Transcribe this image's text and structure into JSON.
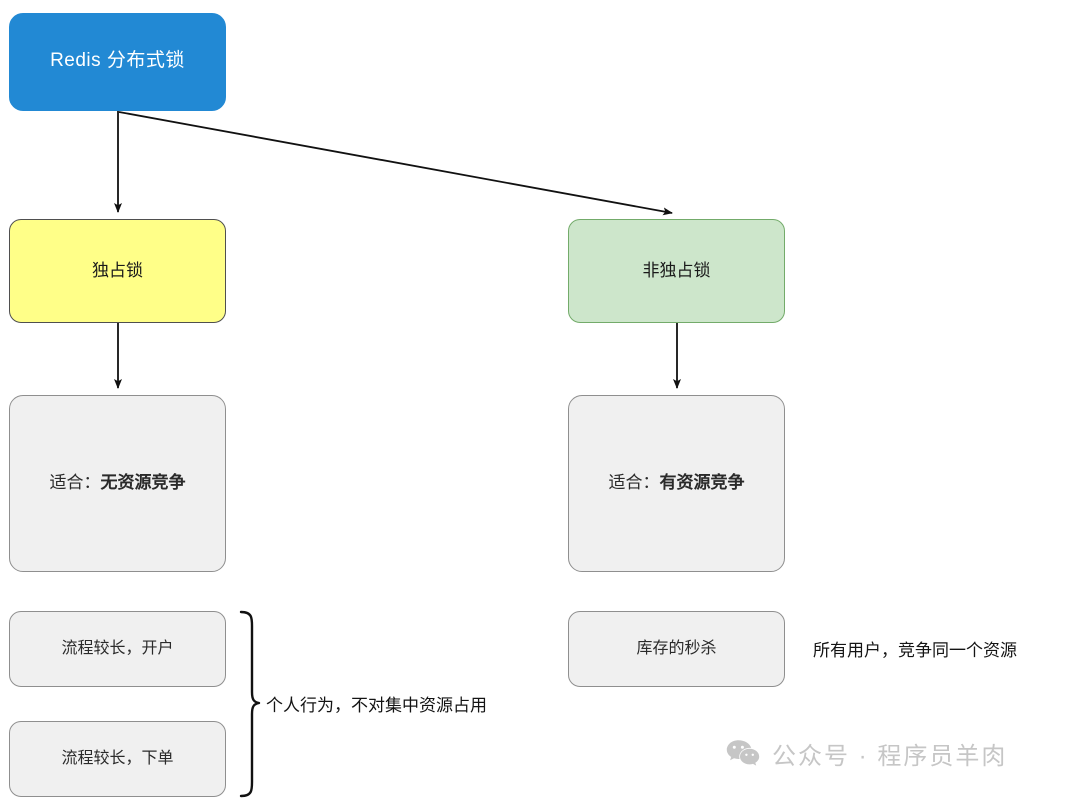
{
  "diagram": {
    "title_node": {
      "label": "Redis 分布式锁",
      "color": "#2289d4",
      "text_color": "#ffffff"
    },
    "branches": [
      {
        "name": "exclusive",
        "node": {
          "label": "独占锁",
          "color": "#ffff88",
          "border": "#4f4f4f"
        },
        "detail": {
          "prefix": "适合：",
          "emphasis": "无资源竞争",
          "color": "#f0f0f0"
        },
        "leaves": [
          {
            "label": "流程较长，开户"
          },
          {
            "label": "流程较长，下单"
          }
        ],
        "note": "个人行为，不对集中资源占用"
      },
      {
        "name": "non-exclusive",
        "node": {
          "label": "非独占锁",
          "color": "#cde6cb",
          "border": "#73ab6a"
        },
        "detail": {
          "prefix": "适合：",
          "emphasis": "有资源竞争",
          "color": "#f0f0f0"
        },
        "leaves": [
          {
            "label": "库存的秒杀"
          }
        ],
        "note": "所有用户，竞争同一个资源"
      }
    ]
  },
  "watermark": {
    "icon": "wechat-icon",
    "text": "公众号 · 程序员羊肉",
    "color": "#c6c6c6"
  }
}
